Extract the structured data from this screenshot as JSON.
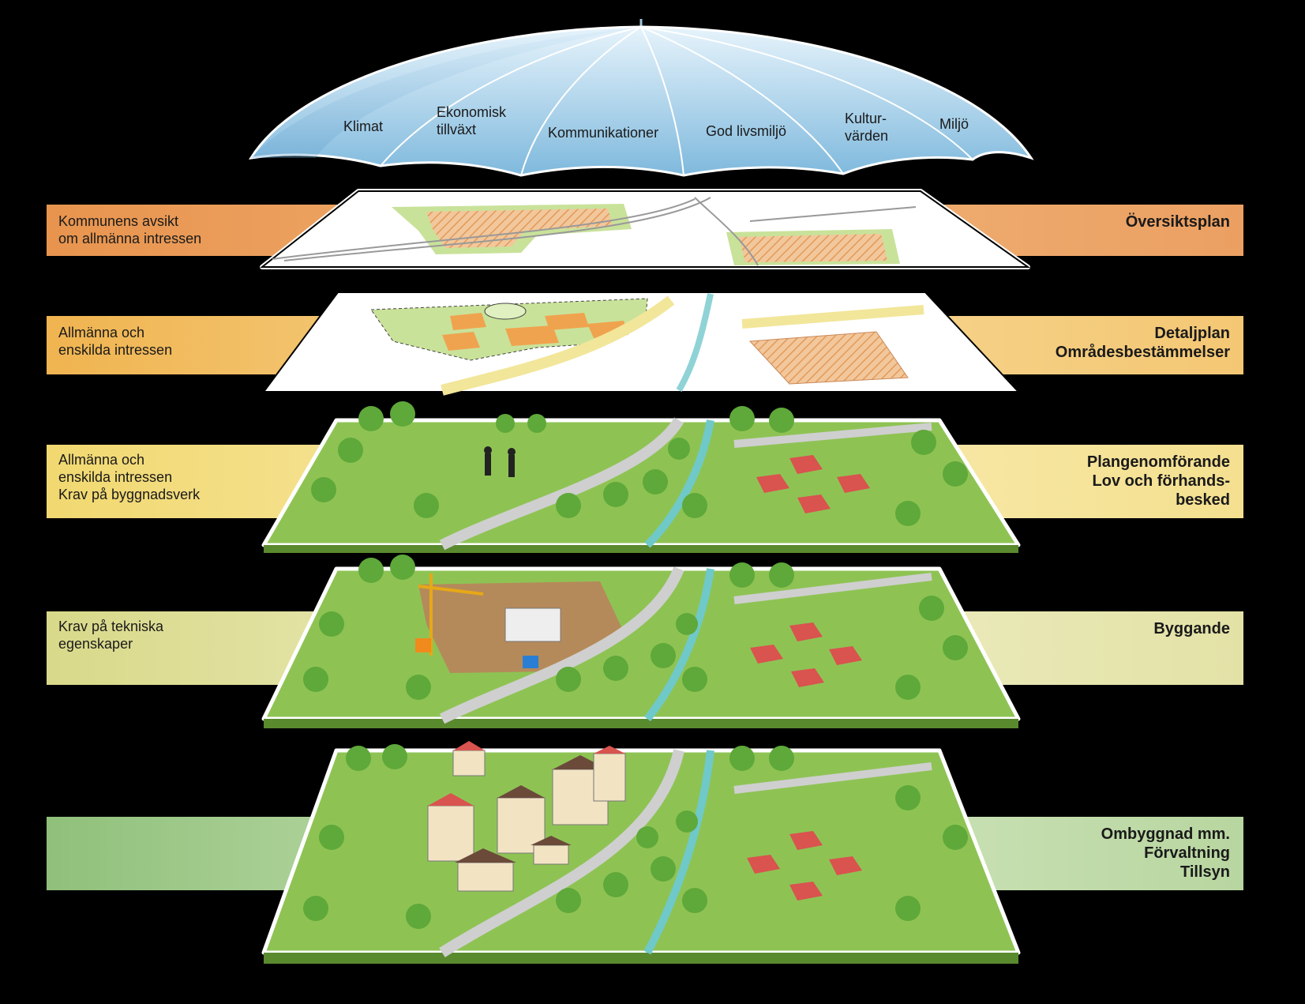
{
  "umbrella": {
    "labels": [
      "Klimat",
      "Ekonomisk\ntillväxt",
      "Kommunikationer",
      "God livsmiljö",
      "Kultur-\nvärden",
      "Miljö"
    ]
  },
  "layers": [
    {
      "left_text": "Kommunens avsikt\nom allmänna intressen",
      "right_text": "Översiktsplan",
      "color": "#e8944e"
    },
    {
      "left_text": "Allmänna och\nenskilda intressen",
      "right_text": "Detaljplan\nOmrådesbestämmelser",
      "color": "#f0b450"
    },
    {
      "left_text": "Allmänna och\nenskilda intressen\nKrav på byggnadsverk",
      "right_text": "Plangenomförande\nLov och förhands-\nbesked",
      "color": "#f1d870"
    },
    {
      "left_text": "Krav på tekniska\negenskaper",
      "right_text": "Byggande",
      "color": "#d9d98a"
    },
    {
      "left_text": "",
      "right_text": "Ombyggnad mm.\nFörvaltning\nTillsyn",
      "color": "#8fc07a"
    }
  ]
}
